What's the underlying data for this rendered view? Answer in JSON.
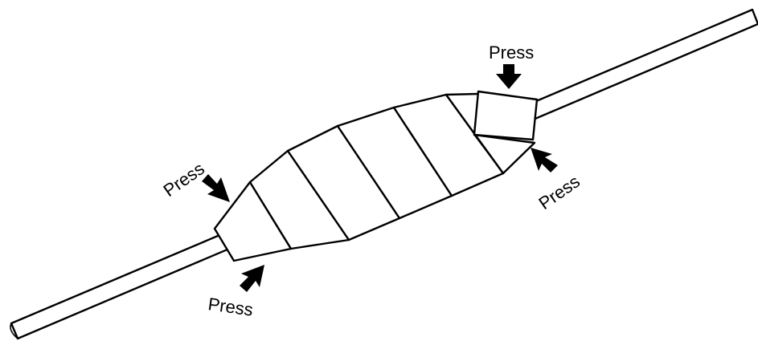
{
  "diagram": {
    "labels": {
      "top_right": "Press",
      "right": "Press",
      "left": "Press",
      "bottom_left": "Press"
    },
    "colors": {
      "line": "#000000",
      "fill": "#ffffff"
    },
    "arrow_icon": "arrow-pointing-icon"
  }
}
